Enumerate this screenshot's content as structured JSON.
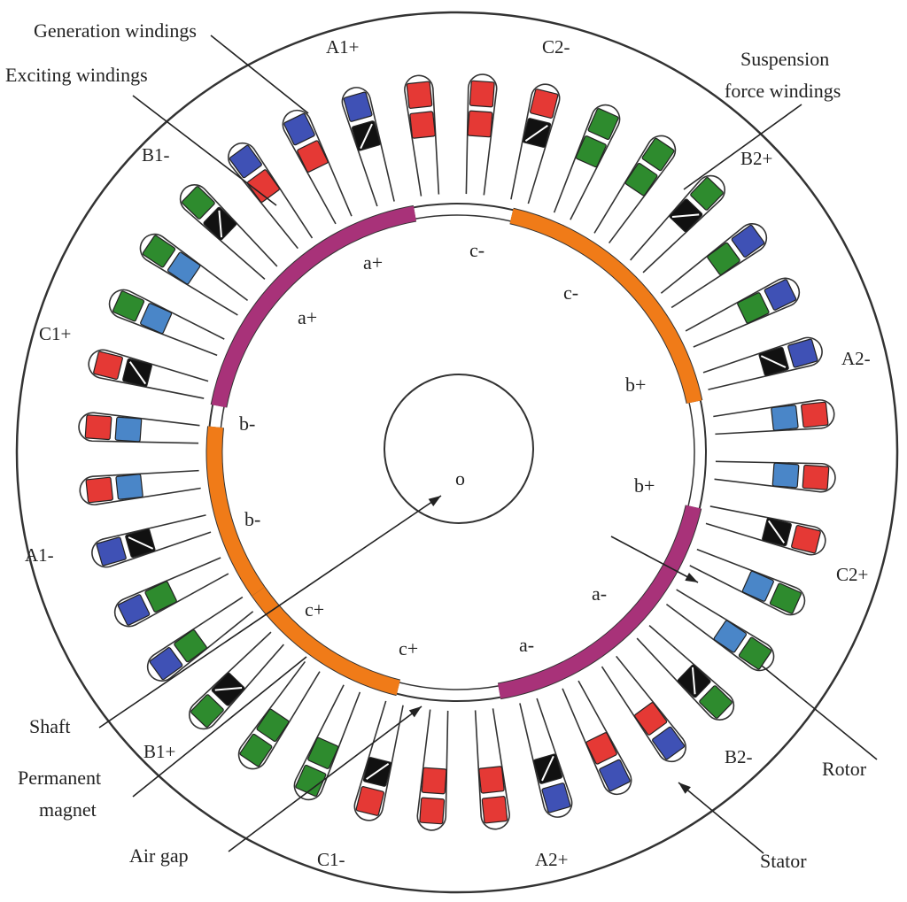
{
  "callouts": {
    "generation_windings": "Generation windings",
    "exciting_windings": "Exciting windings",
    "suspension_force_windings_line1": "Suspension",
    "suspension_force_windings_line2": "force windings",
    "shaft": "Shaft",
    "permanent_magnet_line1": "Permanent",
    "permanent_magnet_line2": "magnet",
    "air_gap": "Air gap",
    "rotor": "Rotor",
    "stator": "Stator"
  },
  "phase_labels": {
    "a1_plus_top": "A1+",
    "c2_minus_top": "C2-",
    "b1_minus": "B1-",
    "b2_plus": "B2+",
    "c1_plus": "C1+",
    "a2_minus": "A2-",
    "a1_minus": "A1-",
    "c2_plus": "C2+",
    "b1_plus": "B1+",
    "b2_minus": "B2-",
    "c1_minus": "C1-",
    "a2_plus": "A2+"
  },
  "pole_labels": {
    "a_plus_1": "a+",
    "a_plus_2": "a+",
    "c_minus_1": "c-",
    "c_minus_2": "c-",
    "b_plus_1": "b+",
    "b_plus_2": "b+",
    "b_minus_1": "b-",
    "b_minus_2": "b-",
    "c_plus_1": "c+",
    "c_plus_2": "c+",
    "a_minus_1": "a-",
    "a_minus_2": "a-",
    "center": "o"
  },
  "colors": {
    "generation_winding": "#e53935",
    "exciting_winding": "#3f51b5",
    "suspension_winding": "#2e8b2e",
    "blue_alt": "#4a86c8",
    "black_coil": "#111111",
    "magnet_north": "#a83279",
    "magnet_south": "#f07b18",
    "outline": "#333333"
  },
  "slot_coils": [
    [
      "red",
      "red"
    ],
    [
      "red",
      "red"
    ],
    [
      "red",
      "black"
    ],
    [
      "green",
      "green"
    ],
    [
      "green",
      "green"
    ],
    [
      "green",
      "black"
    ],
    [
      "blue",
      "green"
    ],
    [
      "blue",
      "green"
    ],
    [
      "blue",
      "black"
    ],
    [
      "red",
      "blue_alt"
    ],
    [
      "red",
      "blue_alt"
    ],
    [
      "red",
      "black"
    ],
    [
      "green",
      "blue_alt"
    ],
    [
      "green",
      "blue_alt"
    ],
    [
      "green",
      "black"
    ],
    [
      "blue",
      "red"
    ],
    [
      "blue",
      "red"
    ],
    [
      "blue",
      "black"
    ],
    [
      "red",
      "red"
    ],
    [
      "red",
      "red"
    ],
    [
      "red",
      "black"
    ],
    [
      "green",
      "green"
    ],
    [
      "green",
      "green"
    ],
    [
      "green",
      "black"
    ],
    [
      "blue",
      "green"
    ],
    [
      "blue",
      "green"
    ],
    [
      "blue",
      "black"
    ],
    [
      "red",
      "blue_alt"
    ],
    [
      "red",
      "blue_alt"
    ],
    [
      "red",
      "black"
    ],
    [
      "green",
      "blue_alt"
    ],
    [
      "green",
      "blue_alt"
    ],
    [
      "green",
      "black"
    ],
    [
      "blue",
      "red"
    ],
    [
      "blue",
      "red"
    ],
    [
      "blue",
      "black"
    ]
  ]
}
